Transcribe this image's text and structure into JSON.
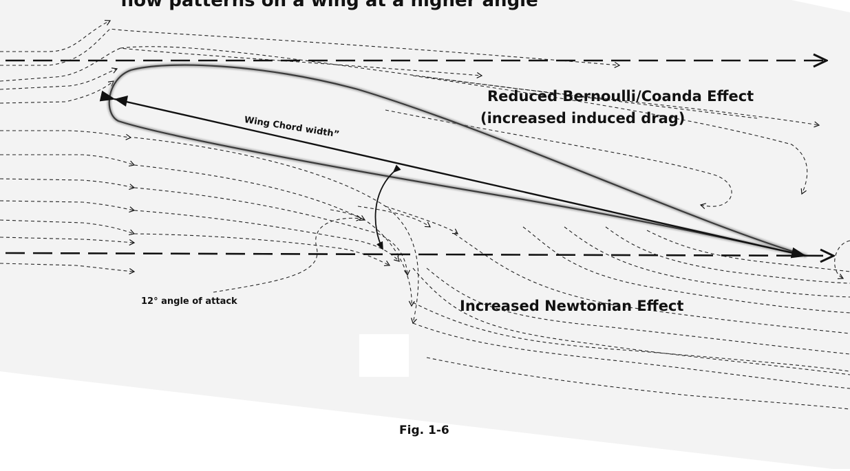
{
  "diagram": {
    "top_caption": "flow patterns on a wing at a higher angle",
    "upper_effect_line1": "Reduced Bernoulli/Coanda Effect",
    "upper_effect_line2": "(increased induced drag)",
    "lower_effect": "Increased Newtonian Effect",
    "chord_label": "Wing Chord width”",
    "angle_label": "12° angle of attack",
    "figure_label": "Fig. 1-6",
    "angle_of_attack_deg": 12,
    "ink_color": "#111111",
    "paper_color": "#f3f3f3"
  }
}
